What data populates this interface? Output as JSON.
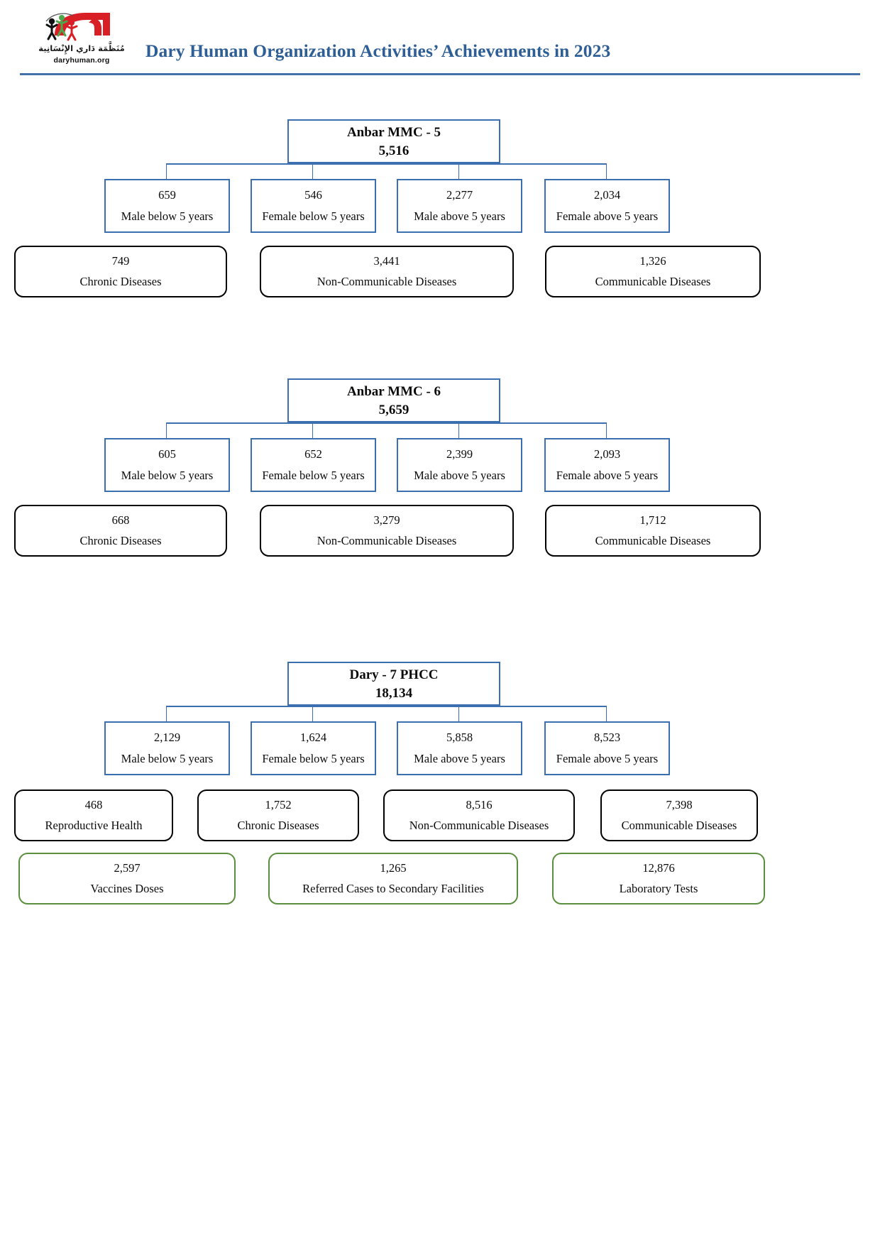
{
  "header": {
    "title": "Dary Human Organization Activities’ Achievements in 2023",
    "logo_arabic": "مُنَظَّمَة دَاري الإِنْسَانِية",
    "logo_url": "daryhuman.org",
    "rule_color": "#4472A8",
    "title_color": "#2E5E96"
  },
  "colors": {
    "blue_border": "#3C6FB0",
    "black_border": "#000000",
    "green_border": "#5B8F3E"
  },
  "chart_data": {
    "type": "diagram",
    "title": "Dary Human Organization Activities’ Achievements in 2023",
    "sections": [
      {
        "root": {
          "title": "Anbar MMC - 5",
          "value": "5,516"
        },
        "demographics": [
          {
            "value": "659",
            "label": "Male below 5 years"
          },
          {
            "value": "546",
            "label": "Female below 5 years"
          },
          {
            "value": "2,277",
            "label": "Male above 5 years"
          },
          {
            "value": "2,034",
            "label": "Female above 5 years"
          }
        ],
        "categories": [
          {
            "value": "749",
            "label": "Chronic Diseases",
            "style": "black"
          },
          {
            "value": "3,441",
            "label": "Non-Communicable Diseases",
            "style": "black"
          },
          {
            "value": "1,326",
            "label": "Communicable Diseases",
            "style": "black"
          }
        ],
        "extras": []
      },
      {
        "root": {
          "title": "Anbar MMC - 6",
          "value": "5,659"
        },
        "demographics": [
          {
            "value": "605",
            "label": "Male below 5 years"
          },
          {
            "value": "652",
            "label": "Female below 5 years"
          },
          {
            "value": "2,399",
            "label": "Male above 5 years"
          },
          {
            "value": "2,093",
            "label": "Female above 5 years"
          }
        ],
        "categories": [
          {
            "value": "668",
            "label": "Chronic Diseases",
            "style": "black"
          },
          {
            "value": "3,279",
            "label": "Non-Communicable Diseases",
            "style": "black"
          },
          {
            "value": "1,712",
            "label": "Communicable Diseases",
            "style": "black"
          }
        ],
        "extras": []
      },
      {
        "root": {
          "title": "Dary - 7 PHCC",
          "value": "18,134"
        },
        "demographics": [
          {
            "value": "2,129",
            "label": "Male below 5 years"
          },
          {
            "value": "1,624",
            "label": "Female below 5 years"
          },
          {
            "value": "5,858",
            "label": "Male above 5 years"
          },
          {
            "value": "8,523",
            "label": "Female above 5 years"
          }
        ],
        "categories": [
          {
            "value": "468",
            "label": "Reproductive Health",
            "style": "black"
          },
          {
            "value": "1,752",
            "label": "Chronic Diseases",
            "style": "black"
          },
          {
            "value": "8,516",
            "label": "Non-Communicable Diseases",
            "style": "black"
          },
          {
            "value": "7,398",
            "label": "Communicable Diseases",
            "style": "black"
          }
        ],
        "extras": [
          {
            "value": "2,597",
            "label": "Vaccines Doses",
            "style": "green"
          },
          {
            "value": "1,265",
            "label": "Referred Cases to Secondary Facilities",
            "style": "green"
          },
          {
            "value": "12,876",
            "label": "Laboratory Tests",
            "style": "green"
          }
        ]
      }
    ]
  }
}
